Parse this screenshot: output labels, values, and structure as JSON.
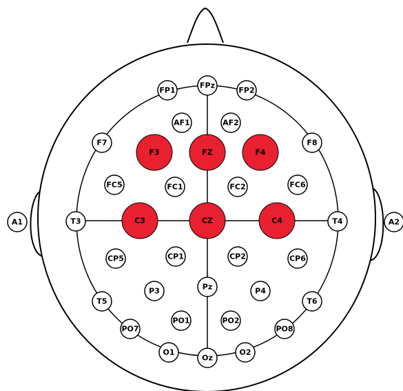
{
  "colors": {
    "highlight_fill": "#e8202f",
    "normal_fill": "#ffffff",
    "stroke": "#000000",
    "background": "#ffffff"
  },
  "electrodes": [
    {
      "id": "fpz",
      "label": "FPz",
      "highlighted": false
    },
    {
      "id": "fp1",
      "label": "FP1",
      "highlighted": false
    },
    {
      "id": "fp2",
      "label": "FP2",
      "highlighted": false
    },
    {
      "id": "af1",
      "label": "AF1",
      "highlighted": false
    },
    {
      "id": "af2",
      "label": "AF2",
      "highlighted": false
    },
    {
      "id": "f7",
      "label": "F7",
      "highlighted": false
    },
    {
      "id": "f8",
      "label": "F8",
      "highlighted": false
    },
    {
      "id": "f3",
      "label": "F3",
      "highlighted": true
    },
    {
      "id": "fz",
      "label": "FZ",
      "highlighted": true
    },
    {
      "id": "f4",
      "label": "F4",
      "highlighted": true
    },
    {
      "id": "fc5",
      "label": "FC5",
      "highlighted": false
    },
    {
      "id": "fc1",
      "label": "FC1",
      "highlighted": false
    },
    {
      "id": "fc2",
      "label": "FC2",
      "highlighted": false
    },
    {
      "id": "fc6",
      "label": "FC6",
      "highlighted": false
    },
    {
      "id": "a1",
      "label": "A1",
      "highlighted": false
    },
    {
      "id": "t3",
      "label": "T3",
      "highlighted": false
    },
    {
      "id": "c3",
      "label": "C3",
      "highlighted": true
    },
    {
      "id": "cz",
      "label": "CZ",
      "highlighted": true
    },
    {
      "id": "c4",
      "label": "C4",
      "highlighted": true
    },
    {
      "id": "t4",
      "label": "T4",
      "highlighted": false
    },
    {
      "id": "a2",
      "label": "A2",
      "highlighted": false
    },
    {
      "id": "cp5",
      "label": "CP5",
      "highlighted": false
    },
    {
      "id": "cp1",
      "label": "CP1",
      "highlighted": false
    },
    {
      "id": "cp2",
      "label": "CP2",
      "highlighted": false
    },
    {
      "id": "cp6",
      "label": "CP6",
      "highlighted": false
    },
    {
      "id": "t5",
      "label": "T5",
      "highlighted": false
    },
    {
      "id": "p3",
      "label": "P3",
      "highlighted": false
    },
    {
      "id": "pz",
      "label": "Pz",
      "highlighted": false
    },
    {
      "id": "p4",
      "label": "P4",
      "highlighted": false
    },
    {
      "id": "t6",
      "label": "T6",
      "highlighted": false
    },
    {
      "id": "po7",
      "label": "PO7",
      "highlighted": false
    },
    {
      "id": "po1",
      "label": "PO1",
      "highlighted": false
    },
    {
      "id": "po2",
      "label": "PO2",
      "highlighted": false
    },
    {
      "id": "po8",
      "label": "PO8",
      "highlighted": false
    },
    {
      "id": "o1",
      "label": "O1",
      "highlighted": false
    },
    {
      "id": "oz",
      "label": "Oz",
      "highlighted": false
    },
    {
      "id": "o2",
      "label": "O2",
      "highlighted": false
    }
  ]
}
